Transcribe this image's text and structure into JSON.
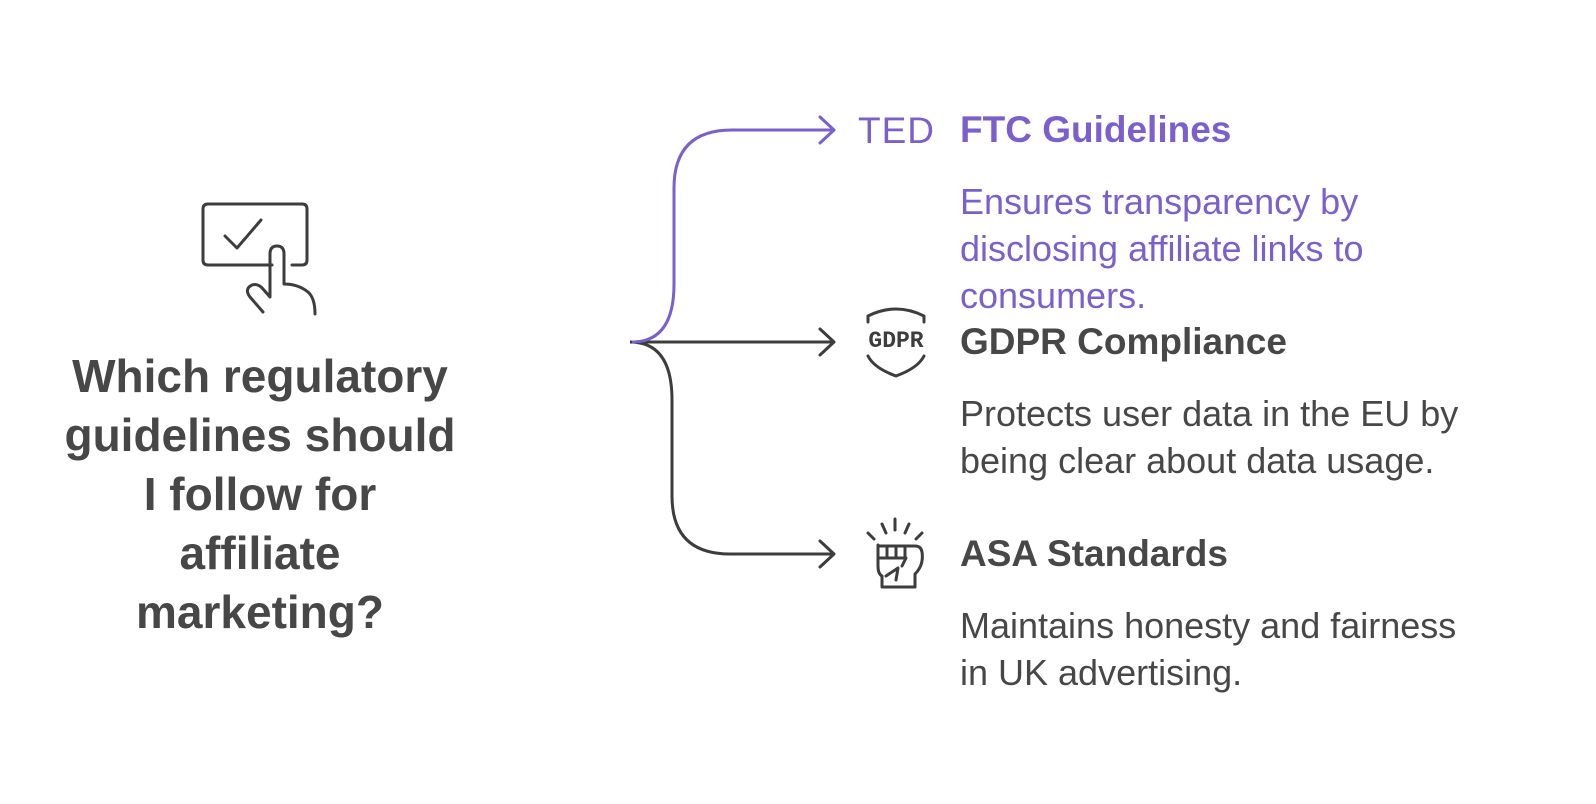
{
  "question": {
    "line1": "Which regulatory",
    "line2": "guidelines should",
    "line3": "I follow for",
    "line4": "affiliate",
    "line5": "marketing?"
  },
  "colors": {
    "accent": "#7a5fcd",
    "dark": "#474747",
    "line": "#3d3d3d",
    "stem_start": "#b0b0b0"
  },
  "branches": [
    {
      "icon": "ted-logo-icon",
      "icon_text": "TED",
      "title": "FTC Guidelines",
      "desc_line1": "Ensures transparency by",
      "desc_line2": "disclosing affiliate links to",
      "desc_line3": "consumers."
    },
    {
      "icon": "gdpr-shield-icon",
      "icon_text": "GDPR",
      "title": "GDPR Compliance",
      "desc_line1": "Protects user data in the EU by",
      "desc_line2": "being clear about data usage."
    },
    {
      "icon": "raised-fist-icon",
      "title": "ASA Standards",
      "desc_line1": "Maintains honesty and fairness",
      "desc_line2": "in UK advertising."
    }
  ]
}
